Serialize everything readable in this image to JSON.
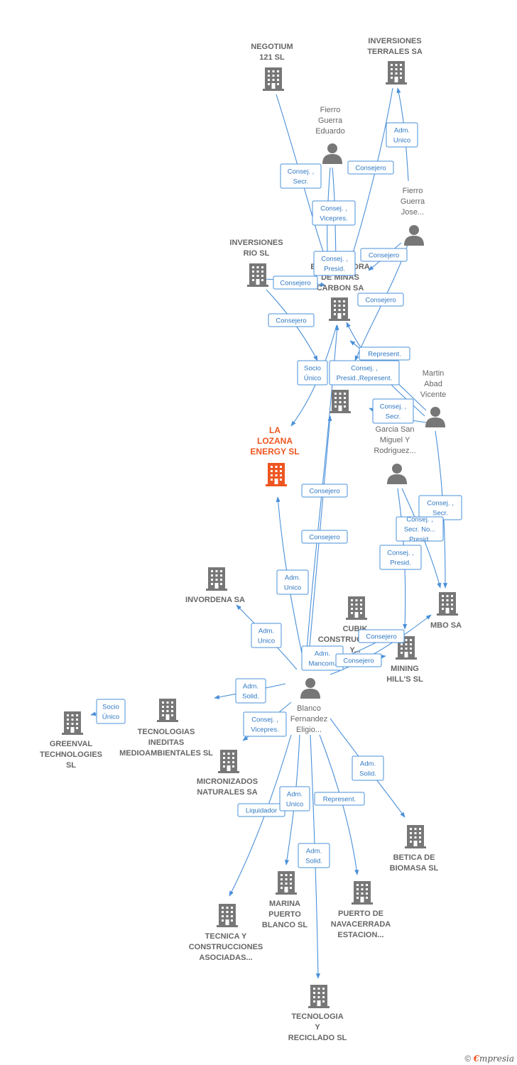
{
  "colors": {
    "company": "#777777",
    "main": "#ee5520",
    "person": "#777777",
    "edge": "#4a90d9"
  },
  "nodes": [
    {
      "id": "negotium",
      "type": "company",
      "lines": [
        "NEGOTIUM",
        "121  SL"
      ]
    },
    {
      "id": "terrales",
      "type": "company",
      "lines": [
        "INVERSIONES",
        "TERRALES SA"
      ]
    },
    {
      "id": "fierro_eduardo",
      "type": "person",
      "lines": [
        "Fierro",
        "Guerra",
        "Eduardo"
      ]
    },
    {
      "id": "fierro_jose",
      "type": "person",
      "lines": [
        "Fierro",
        "Guerra",
        "Jose..."
      ]
    },
    {
      "id": "rio",
      "type": "company",
      "lines": [
        "INVERSIONES",
        "RIO SL"
      ]
    },
    {
      "id": "carbon",
      "type": "company",
      "lines": [
        "EXPLOTADORA",
        "DE MINAS",
        "CARBON SA"
      ]
    },
    {
      "id": "martin",
      "type": "person",
      "lines": [
        "Martin",
        "Abad",
        "Vicente"
      ]
    },
    {
      "id": "hub",
      "type": "company",
      "lines": []
    },
    {
      "id": "lozana",
      "type": "main",
      "lines": [
        "LA",
        "LOZANA",
        "ENERGY  SL"
      ]
    },
    {
      "id": "garcia",
      "type": "person",
      "lines": [
        "Garcia San",
        "Miguel Y",
        "Rodriguez..."
      ]
    },
    {
      "id": "invordena",
      "type": "company",
      "lines": [
        "INVORDENA SA"
      ]
    },
    {
      "id": "cubik",
      "type": "company",
      "lines": [
        "CUBIK",
        "CONSTRUCCIONES",
        "Y..."
      ]
    },
    {
      "id": "mbo",
      "type": "company",
      "lines": [
        "MBO SA"
      ]
    },
    {
      "id": "mining",
      "type": "company",
      "lines": [
        "MINING",
        "HILL'S SL"
      ]
    },
    {
      "id": "blanco",
      "type": "person",
      "lines": [
        "Blanco",
        "Fernandez",
        "Eligio..."
      ]
    },
    {
      "id": "greenval",
      "type": "company",
      "lines": [
        "GREENVAL",
        "TECHNOLOGIES",
        "SL"
      ]
    },
    {
      "id": "ineditas",
      "type": "company",
      "lines": [
        "TECNOLOGIAS",
        "INEDITAS",
        "MEDIOAMBIENTALES SL"
      ]
    },
    {
      "id": "micronizados",
      "type": "company",
      "lines": [
        "MICRONIZADOS",
        "NATURALES SA"
      ]
    },
    {
      "id": "betica",
      "type": "company",
      "lines": [
        "BETICA DE",
        "BIOMASA SL"
      ]
    },
    {
      "id": "marina",
      "type": "company",
      "lines": [
        "MARINA",
        "PUERTO",
        "BLANCO SL"
      ]
    },
    {
      "id": "navacerrada",
      "type": "company",
      "lines": [
        "PUERTO DE",
        "NAVACERRADA",
        "ESTACION..."
      ]
    },
    {
      "id": "tecnica",
      "type": "company",
      "lines": [
        "TECNICA Y",
        "CONSTRUCCIONES",
        "ASOCIADAS..."
      ]
    },
    {
      "id": "reciclado",
      "type": "company",
      "lines": [
        "TECNOLOGIA",
        "Y",
        "RECICLADO SL"
      ]
    }
  ],
  "edges": [
    {
      "from": "negotium",
      "to": "carbon",
      "lines": [
        "Consej. ,",
        "Secr."
      ]
    },
    {
      "from": "fierro_eduardo",
      "to": "carbon",
      "lines": [
        "Consej. ,",
        "Vicepres."
      ]
    },
    {
      "from": "fierro_eduardo",
      "to": "carbon",
      "lines": [
        "Consej. ,",
        "Presid."
      ]
    },
    {
      "from": "fierro_jose",
      "to": "terrales",
      "lines": [
        "Adm.",
        "Unico"
      ]
    },
    {
      "from": "terrales",
      "to": "carbon",
      "lines": [
        "Consejero"
      ]
    },
    {
      "from": "fierro_jose",
      "to": "carbon",
      "lines": [
        "Consejero"
      ]
    },
    {
      "from": "fierro_jose",
      "to": "hub",
      "lines": [
        "Consejero"
      ]
    },
    {
      "from": "rio",
      "to": "carbon",
      "lines": [
        "Consejero"
      ]
    },
    {
      "from": "rio",
      "to": "hub",
      "lines": [
        "Consejero"
      ]
    },
    {
      "from": "carbon",
      "to": "lozana",
      "lines": [
        "Socio",
        "Único"
      ]
    },
    {
      "from": "martin",
      "to": "carbon",
      "lines": [
        "Represent."
      ]
    },
    {
      "from": "martin",
      "to": "carbon",
      "lines": [
        "Consej. ,",
        "Presid.,Represent."
      ]
    },
    {
      "from": "martin",
      "to": "hub",
      "lines": [
        "Consej. ,",
        "Secr."
      ]
    },
    {
      "from": "martin",
      "to": "mbo",
      "lines": [
        "Consej. ,",
        "Secr."
      ]
    },
    {
      "from": "garcia",
      "to": "mbo",
      "lines": [
        "Consej. ,",
        "Secr. No...",
        "Presid."
      ]
    },
    {
      "from": "garcia",
      "to": "mining",
      "lines": [
        "Consej. ,",
        "Presid."
      ]
    },
    {
      "from": "blanco",
      "to": "carbon",
      "lines": [
        "Consejero"
      ]
    },
    {
      "from": "blanco",
      "to": "hub",
      "lines": [
        "Consejero"
      ]
    },
    {
      "from": "blanco",
      "to": "lozana",
      "lines": [
        "Adm.",
        "Unico"
      ]
    },
    {
      "from": "blanco",
      "to": "invordena",
      "lines": [
        "Adm.",
        "Unico"
      ]
    },
    {
      "from": "blanco",
      "to": "mining",
      "lines": [
        "Adm.",
        "Mancom."
      ]
    },
    {
      "from": "blanco",
      "to": "mbo",
      "lines": [
        "Consejero"
      ]
    },
    {
      "from": "blanco",
      "to": "mining",
      "lines": [
        "Consejero"
      ]
    },
    {
      "from": "blanco",
      "to": "ineditas",
      "lines": [
        "Adm.",
        "Solid."
      ]
    },
    {
      "from": "ineditas",
      "to": "greenval",
      "lines": [
        "Socio",
        "Único"
      ]
    },
    {
      "from": "blanco",
      "to": "micronizados",
      "lines": [
        "Consej. ,",
        "Vicepres."
      ]
    },
    {
      "from": "blanco",
      "to": "betica",
      "lines": [
        "Adm.",
        "Solid."
      ]
    },
    {
      "from": "blanco",
      "to": "tecnica",
      "lines": [
        "Liquidador"
      ]
    },
    {
      "from": "blanco",
      "to": "marina",
      "lines": [
        "Adm.",
        "Unico"
      ]
    },
    {
      "from": "blanco",
      "to": "navacerrada",
      "lines": [
        "Represent."
      ]
    },
    {
      "from": "blanco",
      "to": "reciclado",
      "lines": [
        "Adm.",
        "Solid."
      ]
    }
  ],
  "brand": {
    "copyright": "©",
    "e": "€",
    "rest": "mpresia"
  }
}
